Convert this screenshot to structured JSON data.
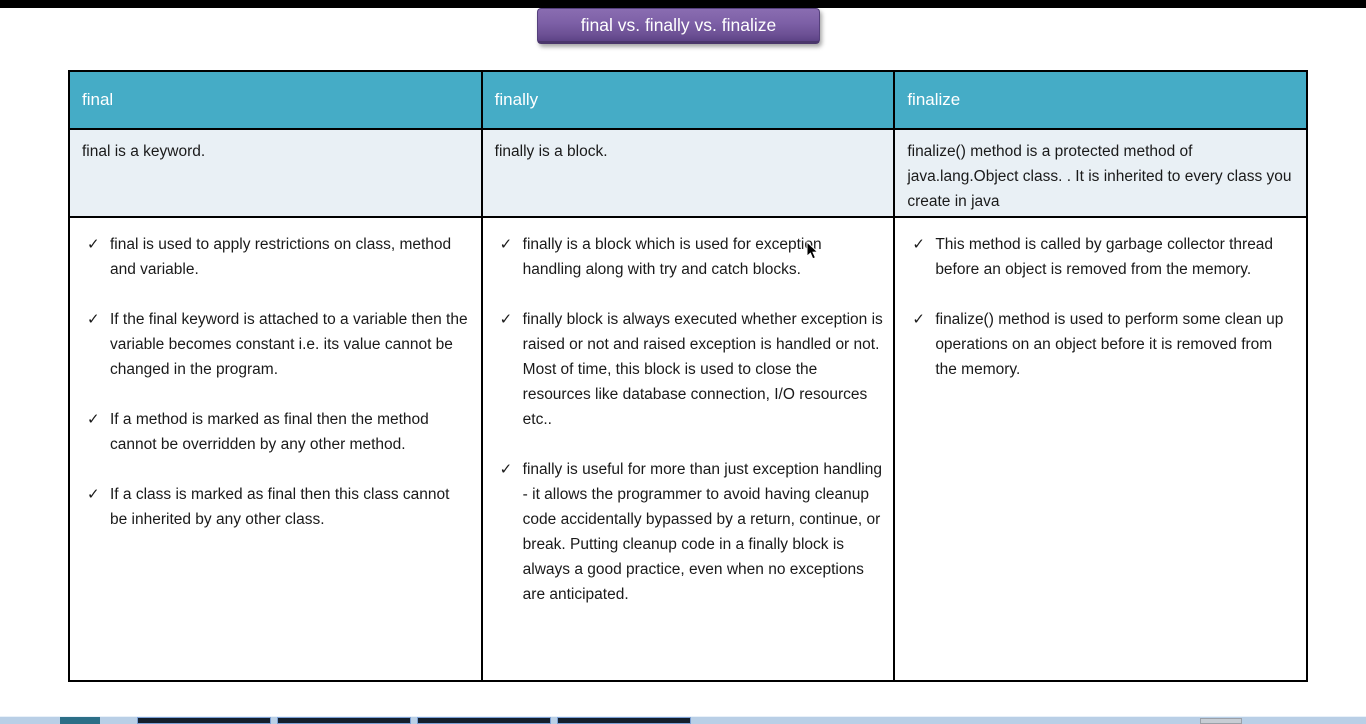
{
  "title": "final vs. finally vs. finalize",
  "check_glyph": "✓",
  "colors": {
    "banner_purple": "#7C5FA6",
    "banner_border": "#4A366B",
    "header_teal": "#45ACC6",
    "summary_row_bg": "#E9F0F5",
    "table_border": "#000000",
    "top_bar_black": "#000000",
    "taskbar_blue": "#B9CFE6"
  },
  "table": {
    "columns": [
      {
        "header": "final",
        "summary": "final is a keyword.",
        "points": [
          "final is used to apply restrictions on class, method and variable.",
          "If the final keyword is attached to a variable then the variable becomes constant i.e. its value cannot be changed in the program.",
          "If a method is marked as final then the method cannot be overridden by any other method.",
          "If a class is marked as final then this class cannot be inherited by any other class."
        ]
      },
      {
        "header": "finally",
        "summary": "finally is a block.",
        "points": [
          "finally is a block which is used for exception handling along with try and catch blocks.",
          "finally block is always executed whether exception is raised or not and raised exception is handled or not. Most of time, this block is used to close the resources like database connection, I/O resources etc..",
          "finally is useful for more than just exception handling - it allows the programmer to avoid having cleanup code accidentally bypassed by a return, continue, or break. Putting cleanup code in a finally block is always a good practice, even when no exceptions are anticipated."
        ]
      },
      {
        "header": "finalize",
        "summary": "finalize() method is a protected method of java.lang.Object class. . It is inherited to every class you create in java",
        "points": [
          "This method is called by garbage collector thread before an object is removed from the memory.",
          "finalize() method is used to perform some clean up operations on an object before it is removed from the memory."
        ]
      }
    ]
  }
}
